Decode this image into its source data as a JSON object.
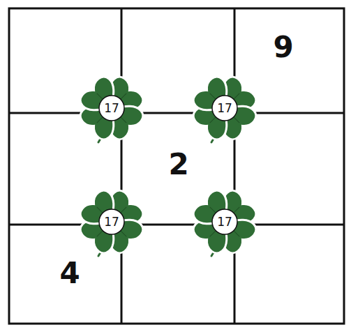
{
  "diagram": {
    "nodes": [
      {
        "text": [
          "17"
        ]
      },
      {
        "text": [
          "17"
        ]
      },
      {
        "text": [
          "17"
        ]
      },
      {
        "text": [
          "17"
        ]
      }
    ],
    "labels": [
      "9",
      "2",
      "4"
    ]
  }
}
